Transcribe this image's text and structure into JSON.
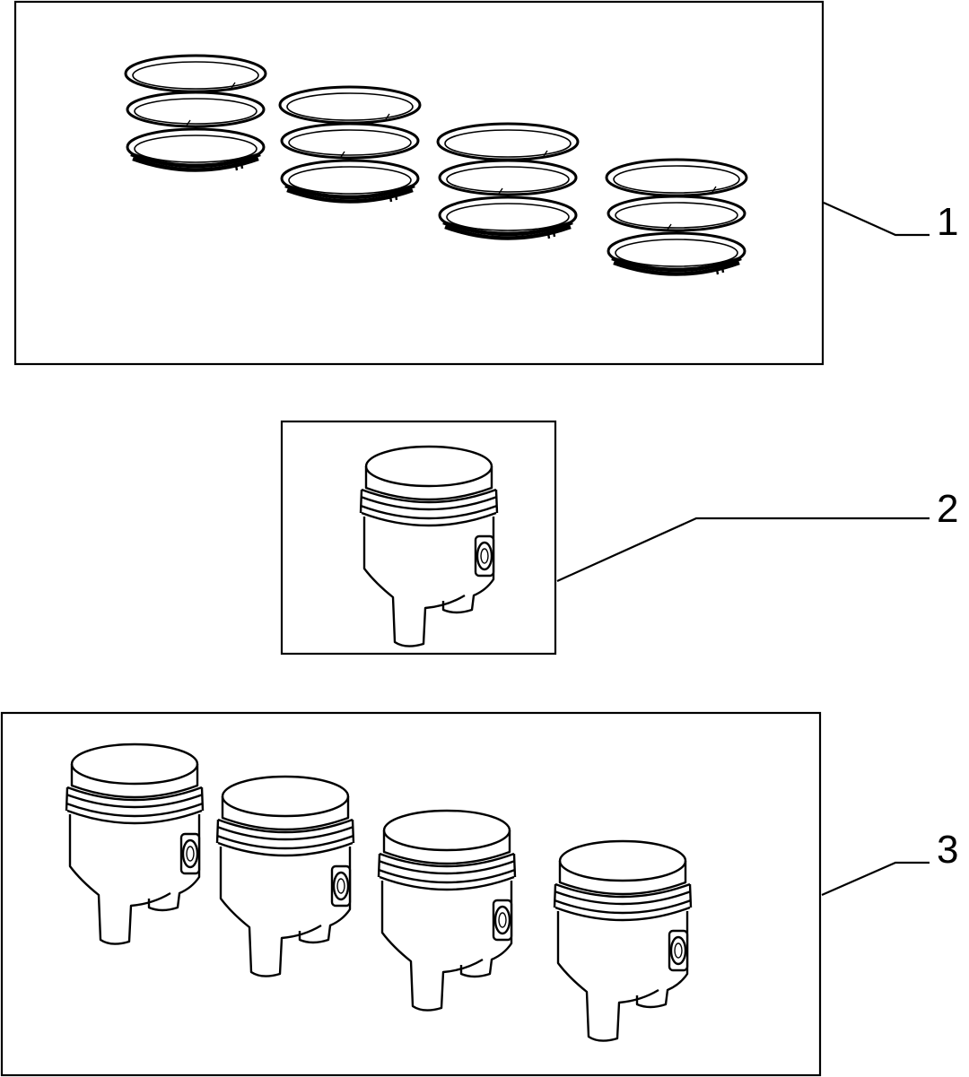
{
  "callouts": [
    {
      "id": "1",
      "label": "1"
    },
    {
      "id": "2",
      "label": "2"
    },
    {
      "id": "3",
      "label": "3"
    }
  ],
  "groups": {
    "piston_ring_sets": {
      "count": 4
    },
    "single_piston": {
      "count": 1
    },
    "piston_set": {
      "count": 4
    }
  }
}
